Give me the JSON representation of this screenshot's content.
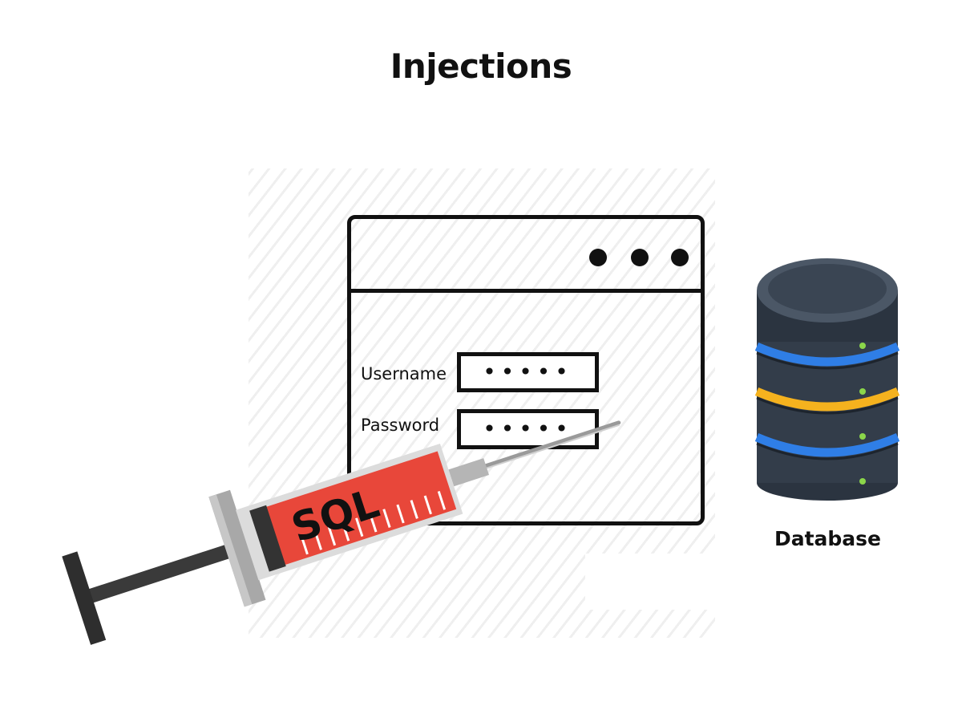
{
  "title": "Injections",
  "login_form": {
    "username_label": "Username",
    "username_value": "•••••",
    "password_label": "Password",
    "password_value": "•••••"
  },
  "syringe": {
    "label": "SQL",
    "barrel_color": "#e8473a"
  },
  "database": {
    "label": "Database",
    "stripe_colors": [
      "#2f7ee6",
      "#f5b21e",
      "#2f7ee6"
    ]
  }
}
